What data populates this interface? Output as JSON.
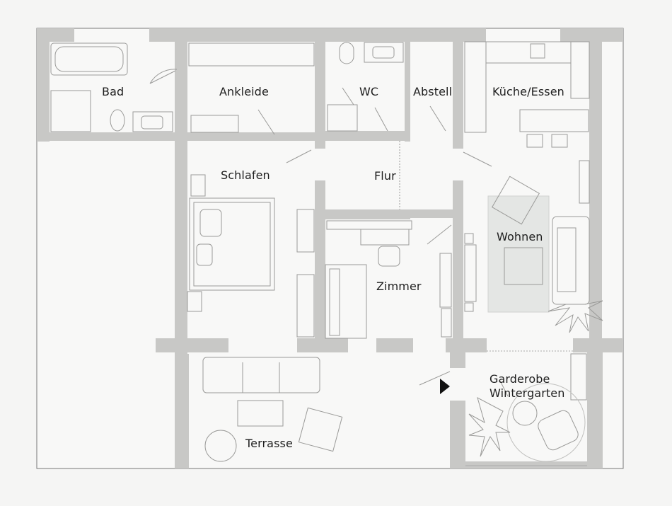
{
  "floorplan": {
    "rooms": {
      "bad": "Bad",
      "ankleide": "Ankleide",
      "wc": "WC",
      "abstell": "Abstell",
      "kueche_essen": "Küche/Essen",
      "schlafen": "Schlafen",
      "flur": "Flur",
      "wohnen": "Wohnen",
      "zimmer": "Zimmer",
      "garderobe_line1": "Garderobe",
      "garderobe_line2": "Wintergarten",
      "terrasse": "Terrasse"
    },
    "colors": {
      "background": "#f5f5f4",
      "wall": "#c8c8c6",
      "floor": "#f8f8f7",
      "furniture_stroke": "#9a9a98",
      "rug": "#e4e6e4",
      "entrance_marker": "#111111"
    },
    "icons": {
      "entrance": "entrance-arrow-icon"
    }
  }
}
